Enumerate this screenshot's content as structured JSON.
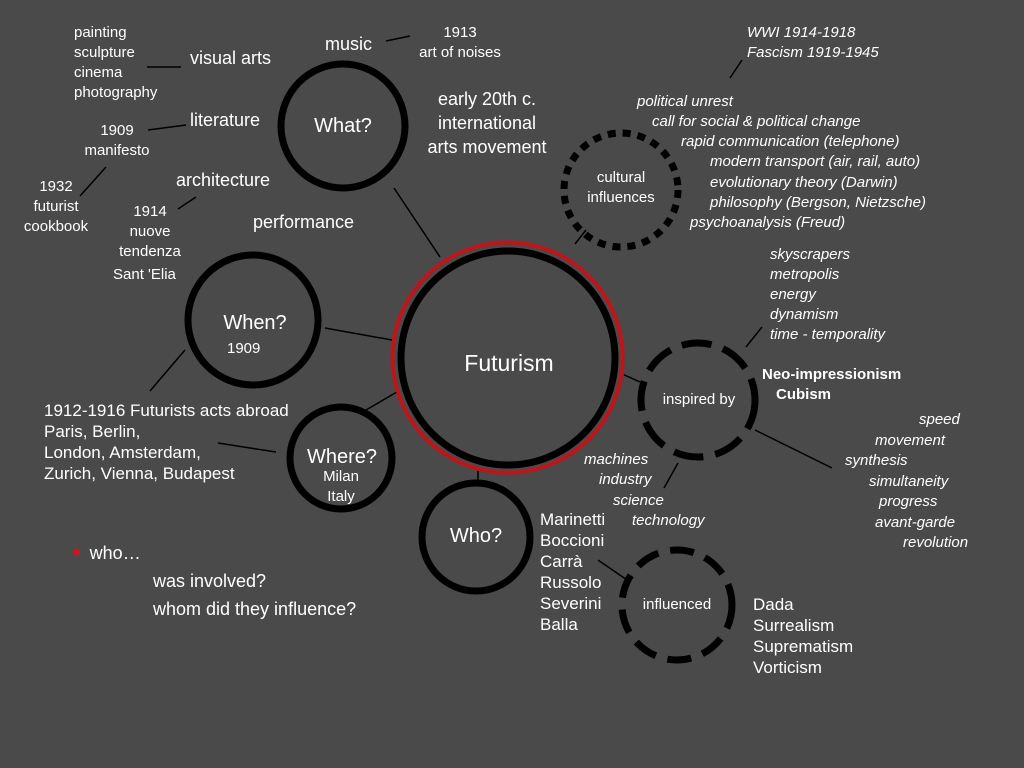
{
  "center": {
    "label": "Futurism"
  },
  "what": {
    "label": "What?",
    "visual_arts": "visual arts",
    "visual_arts_list": [
      "painting",
      "sculpture",
      "cinema",
      "photography"
    ],
    "music": "music",
    "music_detail": [
      "1913",
      "art of noises"
    ],
    "literature": "literature",
    "literature_detail": [
      "1909",
      "manifesto"
    ],
    "architecture": "architecture",
    "architecture_detail": [
      "1914",
      "nuove",
      "tendenza"
    ],
    "architect": "Sant 'Elia",
    "cookbook": [
      "1932",
      "futurist",
      "cookbook"
    ],
    "performance": "performance",
    "movement": [
      "early 20th c.",
      "international",
      "arts movement"
    ]
  },
  "when": {
    "label": "When?",
    "year": "1909"
  },
  "where": {
    "label": "Where?",
    "city": [
      "Milan",
      "Italy"
    ],
    "abroad": [
      "1912-1916 Futurists acts abroad",
      "Paris, Berlin,",
      "London, Amsterdam,",
      "Zurich, Vienna, Budapest"
    ]
  },
  "who": {
    "label": "Who?",
    "members": [
      "Marinetti",
      "Boccioni",
      "Carrà",
      "Russolo",
      "Severini",
      "Balla"
    ]
  },
  "cultural_influences": {
    "label": [
      "cultural",
      "influences"
    ],
    "wars": [
      "WWI 1914-1918",
      "Fascism 1919-1945"
    ],
    "items": [
      "political unrest",
      "call for social & political change",
      "rapid communication (telephone)",
      "modern transport (air, rail, auto)",
      "evolutionary theory (Darwin)",
      "philosophy (Bergson, Nietzsche)",
      "psychoanalysis (Freud)"
    ]
  },
  "inspired_by": {
    "label": "inspired by",
    "concepts_top": [
      "skyscrapers",
      "metropolis",
      "energy",
      "dynamism",
      "time - temporality"
    ],
    "styles": [
      "Neo-impressionism",
      "Cubism"
    ],
    "concepts_right": [
      "speed",
      "movement",
      "synthesis",
      "simultaneity",
      "progress",
      "avant-garde",
      "revolution"
    ],
    "concepts_bottom": [
      "machines",
      "industry",
      "science",
      "technology"
    ]
  },
  "influenced": {
    "label": "influenced",
    "movements": [
      "Dada",
      "Surrealism",
      "Suprematism",
      "Vorticism"
    ]
  },
  "questions": {
    "bullet": "who…",
    "lines": [
      "was involved?",
      "whom did they influence?"
    ]
  },
  "colors": {
    "background": "#4a4a4a",
    "ring": "#000000",
    "accent": "#c0141a",
    "text": "#ffffff"
  }
}
